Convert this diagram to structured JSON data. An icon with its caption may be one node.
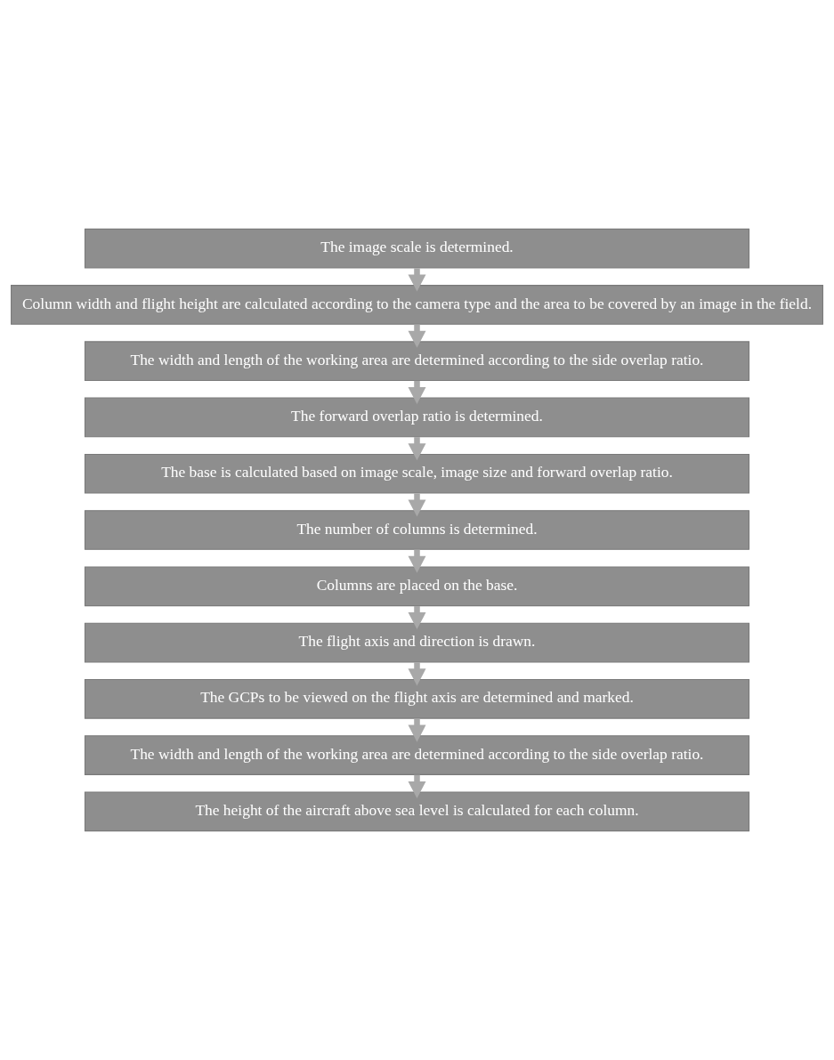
{
  "diagram": {
    "nodes": [
      {
        "text": [
          "The image scale is determined."
        ]
      },
      {
        "text": [
          "Column width and flight height are calculated according to the camera type and the area to be covered by an image in the field."
        ]
      },
      {
        "text": [
          "The width and length of the working area are determined according to the side overlap ratio."
        ]
      },
      {
        "text": [
          "The forward overlap ratio is determined."
        ]
      },
      {
        "text": [
          "The base is calculated based on image scale, image size and forward overlap ratio."
        ]
      },
      {
        "text": [
          "The number of columns is determined."
        ]
      },
      {
        "text": [
          "Columns are placed on the base."
        ]
      },
      {
        "text": [
          "The flight axis and direction is drawn."
        ]
      },
      {
        "text": [
          "The GCPs to be viewed on the flight axis are determined and marked."
        ]
      },
      {
        "text": [
          "The width and length of the working area are determined according to the side overlap ratio."
        ]
      },
      {
        "text": [
          "The height of the aircraft above sea level is calculated for each column."
        ]
      }
    ],
    "edges": [
      {
        "from": 0,
        "to": 1,
        "arrow": "to"
      },
      {
        "from": 1,
        "to": 2,
        "arrow": "to"
      },
      {
        "from": 2,
        "to": 3,
        "arrow": "to"
      },
      {
        "from": 3,
        "to": 4,
        "arrow": "to"
      },
      {
        "from": 4,
        "to": 5,
        "arrow": "to"
      },
      {
        "from": 5,
        "to": 6,
        "arrow": "to"
      },
      {
        "from": 6,
        "to": 7,
        "arrow": "to"
      },
      {
        "from": 7,
        "to": 8,
        "arrow": "to"
      },
      {
        "from": 8,
        "to": 9,
        "arrow": "to"
      },
      {
        "from": 9,
        "to": 10,
        "arrow": "to"
      }
    ]
  }
}
